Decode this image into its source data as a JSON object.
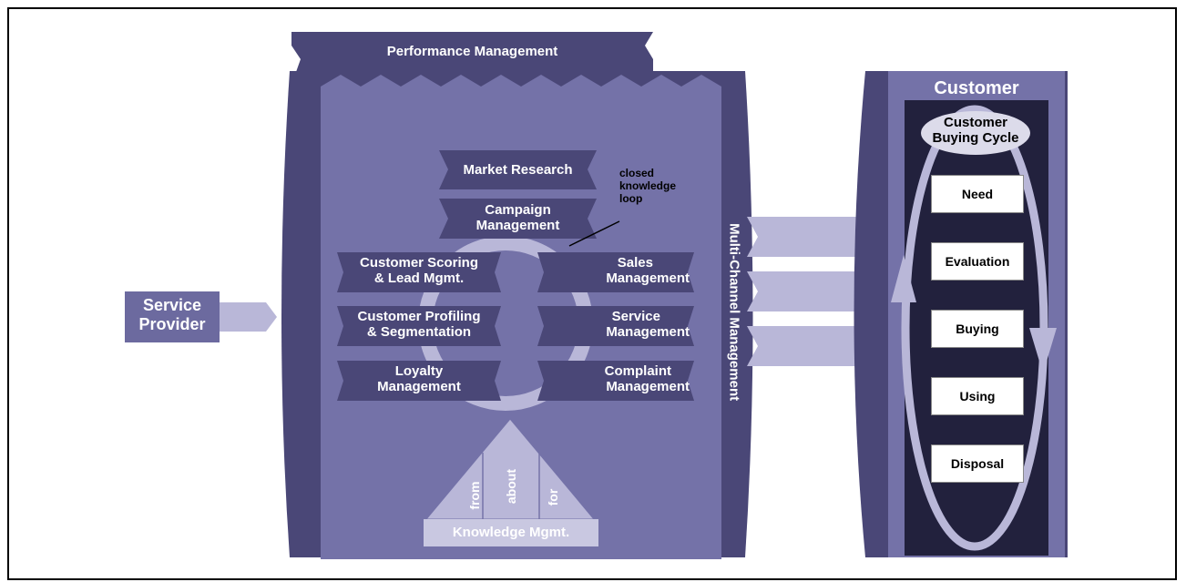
{
  "performance_management": "Performance Management",
  "multichannel_management": "Multi-Channel Management",
  "service_provider": {
    "line1": "Service",
    "line2": "Provider"
  },
  "customer": "Customer",
  "buying_cycle": {
    "line1": "Customer",
    "line2": "Buying Cycle"
  },
  "cycle_steps": [
    "Need",
    "Evaluation",
    "Buying",
    "Using",
    "Disposal"
  ],
  "loop_note": {
    "line1": "closed",
    "line2": "knowledge",
    "line3": "loop"
  },
  "modules": {
    "market_research": {
      "line1": "Market Research"
    },
    "campaign": {
      "line1": "Campaign",
      "line2": "Management"
    },
    "scoring": {
      "line1": "Customer Scoring",
      "line2": "& Lead Mgmt."
    },
    "sales": {
      "line1": "Sales",
      "line2": "Management"
    },
    "profiling": {
      "line1": "Customer Profiling",
      "line2": "& Segmentation"
    },
    "service": {
      "line1": "Service",
      "line2": "Management"
    },
    "loyalty": {
      "line1": "Loyalty",
      "line2": "Management"
    },
    "complaint": {
      "line1": "Complaint",
      "line2": "Management"
    }
  },
  "knowledge": {
    "label": "Knowledge Mgmt.",
    "from": "from",
    "about": "about",
    "for": "for"
  },
  "colors": {
    "dark_purple": "#4a4777",
    "mid_purple": "#7472a8",
    "light_purple": "#b9b7d8",
    "pale": "#c9c8e1",
    "navy": "#22213d"
  }
}
